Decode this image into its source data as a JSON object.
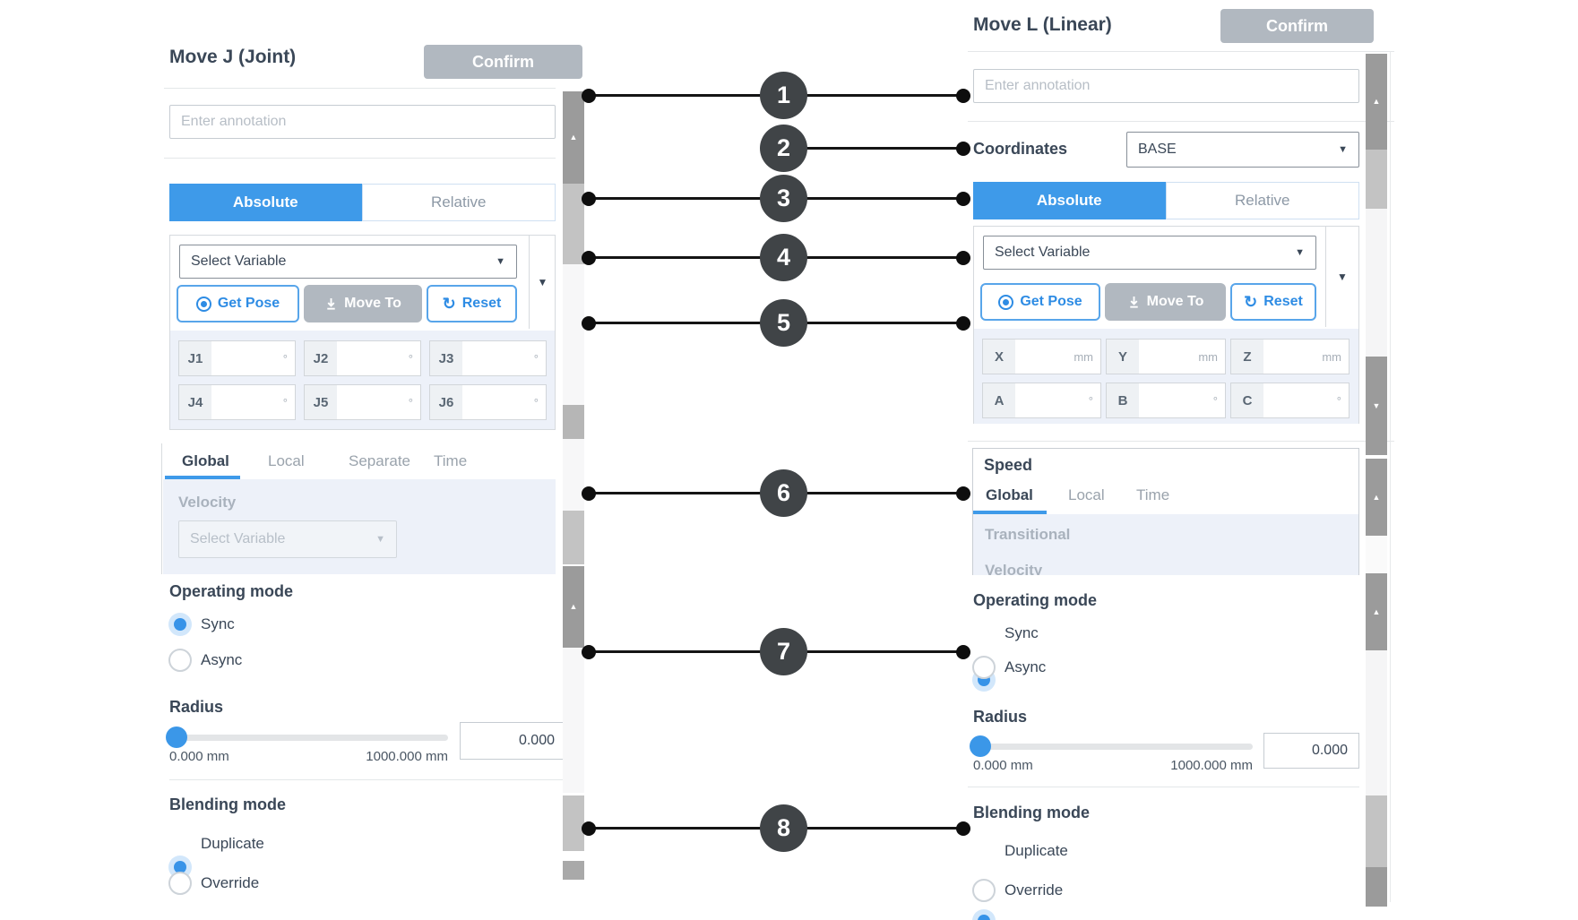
{
  "colors": {
    "accent_blue": "#3e9ae9",
    "button_gray": "#b1b8c0",
    "dark_text": "#3a4757",
    "light_blue_bg": "#edf1f9",
    "callout_circle": "#404447"
  },
  "callouts": [
    {
      "num": "1"
    },
    {
      "num": "2"
    },
    {
      "num": "3"
    },
    {
      "num": "4"
    },
    {
      "num": "5"
    },
    {
      "num": "6"
    },
    {
      "num": "7"
    },
    {
      "num": "8"
    }
  ],
  "left_panel": {
    "title": "Move J (Joint)",
    "confirm_label": "Confirm",
    "annotation_placeholder": "Enter annotation",
    "mode_tabs": {
      "active": "Absolute",
      "inactive": "Relative"
    },
    "pose": {
      "variable_placeholder": "Select Variable",
      "get_pose_label": "Get Pose",
      "move_to_label": "Move To",
      "reset_label": "Reset",
      "fields": [
        {
          "label": "J1",
          "unit": "°"
        },
        {
          "label": "J2",
          "unit": "°"
        },
        {
          "label": "J3",
          "unit": "°"
        },
        {
          "label": "J4",
          "unit": "°"
        },
        {
          "label": "J5",
          "unit": "°"
        },
        {
          "label": "J6",
          "unit": "°"
        }
      ]
    },
    "speed": {
      "tabs": [
        "Global",
        "Local",
        "Separate",
        "Time"
      ],
      "active_tab": "Global",
      "section_label": "Velocity",
      "variable_placeholder": "Select Variable"
    },
    "operating_mode": {
      "heading": "Operating mode",
      "options": [
        "Sync",
        "Async"
      ],
      "selected": "Sync"
    },
    "radius": {
      "heading": "Radius",
      "min_label": "0.000 mm",
      "max_label": "1000.000 mm",
      "value": "0.000"
    },
    "blending": {
      "heading": "Blending mode",
      "options": [
        "Duplicate",
        "Override"
      ],
      "selected": "Duplicate"
    }
  },
  "right_panel": {
    "title": "Move L (Linear)",
    "confirm_label": "Confirm",
    "annotation_placeholder": "Enter annotation",
    "coordinates": {
      "label": "Coordinates",
      "value": "BASE"
    },
    "mode_tabs": {
      "active": "Absolute",
      "inactive": "Relative"
    },
    "pose": {
      "variable_placeholder": "Select Variable",
      "get_pose_label": "Get Pose",
      "move_to_label": "Move To",
      "reset_label": "Reset",
      "fields": [
        {
          "label": "X",
          "unit": "mm"
        },
        {
          "label": "Y",
          "unit": "mm"
        },
        {
          "label": "Z",
          "unit": "mm"
        },
        {
          "label": "A",
          "unit": "°"
        },
        {
          "label": "B",
          "unit": "°"
        },
        {
          "label": "C",
          "unit": "°"
        }
      ]
    },
    "speed": {
      "heading": "Speed",
      "tabs": [
        "Global",
        "Local",
        "Time"
      ],
      "active_tab": "Global",
      "section_label": "Transitional",
      "clipped_label": "Velocity"
    },
    "operating_mode": {
      "heading": "Operating mode",
      "options": [
        "Sync",
        "Async"
      ],
      "selected": "Sync"
    },
    "radius": {
      "heading": "Radius",
      "min_label": "0.000 mm",
      "max_label": "1000.000 mm",
      "value": "0.000"
    },
    "blending": {
      "heading": "Blending mode",
      "options": [
        "Duplicate",
        "Override"
      ],
      "selected": "Duplicate"
    }
  }
}
